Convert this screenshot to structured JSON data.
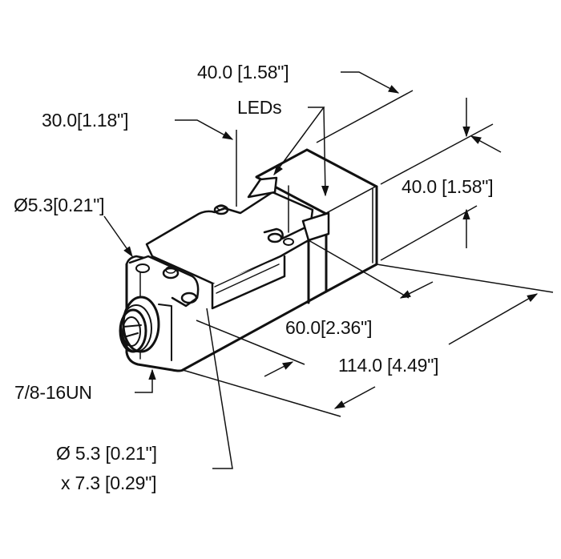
{
  "diagram": {
    "type": "dimensional-drawing",
    "subject": "rectangular inductive proximity sensor with 7/8\" connector",
    "line_color": "#111111",
    "background": "#ffffff",
    "labels": {
      "top_width": "40.0 [1.58\"]",
      "leds": "LEDs",
      "height_30": "30.0[1.18\"]",
      "mount_hole_top": "Ø5.3[0.21\"]",
      "face_width": "40.0 [1.58\"]",
      "length_60": "60.0[2.36\"]",
      "length_114": "114.0 [4.49\"]",
      "connector_thread": "7/8-16UN",
      "slot_line1": "Ø 5.3 [0.21\"]",
      "slot_line2": "x 7.3 [0.29\"]"
    }
  }
}
